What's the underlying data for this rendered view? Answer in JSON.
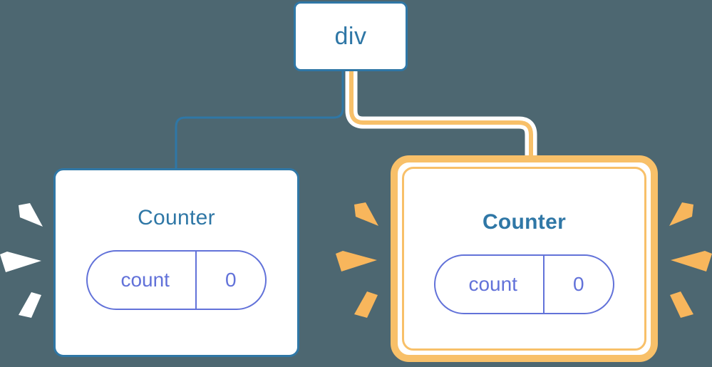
{
  "diagram": {
    "title": "React component tree re-render highlight",
    "background_color": "#4d6771",
    "root": {
      "label": "div",
      "border_color": "#2f77a6",
      "text_color": "#2f77a6"
    },
    "nodes": [
      {
        "id": "counter-left",
        "label": "Counter",
        "highlighted": false,
        "border_color": "#2f77a6",
        "text_color": "#2f77a6",
        "state": {
          "key": "count",
          "value": "0",
          "color": "#6272d9"
        },
        "sparkles": {
          "color": "#ffffff",
          "side": "left",
          "count": 3
        }
      },
      {
        "id": "counter-right",
        "label": "Counter",
        "highlighted": true,
        "border_color": "#f8c069",
        "text_color": "#2f77a6",
        "state": {
          "key": "count",
          "value": "0",
          "color": "#6272d9"
        },
        "sparkles": {
          "color": "#f8b65c",
          "side": "both",
          "count": 6
        }
      }
    ],
    "edges": [
      {
        "id": "edge-div-to-left-counter",
        "from": "div",
        "to": "counter-left",
        "color": "#2f77a6",
        "highlighted": false
      },
      {
        "id": "edge-div-to-right-counter",
        "from": "div",
        "to": "counter-right",
        "color": "#f8c069",
        "highlighted": true
      }
    ],
    "colors": {
      "background": "#4d6771",
      "blue": "#2f77a6",
      "orange": "#f8c069",
      "orange_sparkle": "#f8b65c",
      "purple": "#6272d9",
      "white": "#ffffff"
    }
  }
}
